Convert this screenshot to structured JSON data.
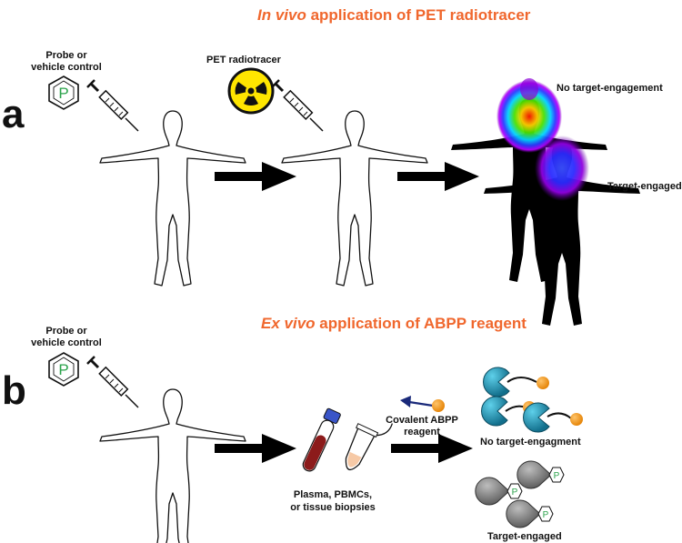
{
  "panel_a": {
    "letter": "a",
    "title_italic": "In vivo",
    "title_rest": " application of PET radiotracer",
    "probe_label_line1": "Probe or",
    "probe_label_line2": "vehicle control",
    "probe_glyph": "P",
    "tracer_label": "PET radiotracer",
    "radiation_icon": "radiation-hazard-icon",
    "no_engagement_label": "No target-engagement",
    "engaged_label": "Target-engaged"
  },
  "panel_b": {
    "letter": "b",
    "title_italic": "Ex vivo",
    "title_rest": " application of ABPP reagent",
    "probe_label_line1": "Probe or",
    "probe_label_line2": "vehicle control",
    "probe_glyph": "P",
    "sample_label_line1": "Plasma, PBMCs,",
    "sample_label_line2": "or tissue biopsies",
    "reagent_label_line1": "Covalent ABPP",
    "reagent_label_line2": "reagent",
    "no_engagement_label": "No target-engagment",
    "engaged_label": "Target-engaged",
    "enzyme_glyph": "P"
  },
  "colors": {
    "title": "#f0672d",
    "enzyme_active": "#1f8faf",
    "enzyme_blocked": "#8a8a8a",
    "probe_ball": "#f39a1e",
    "reagent_arrow": "#1a2a7a",
    "blood": "#8c1b1b",
    "tube_cap": "#3a55c8",
    "hex_letter": "#2aa24a",
    "arrow": "#000000"
  }
}
